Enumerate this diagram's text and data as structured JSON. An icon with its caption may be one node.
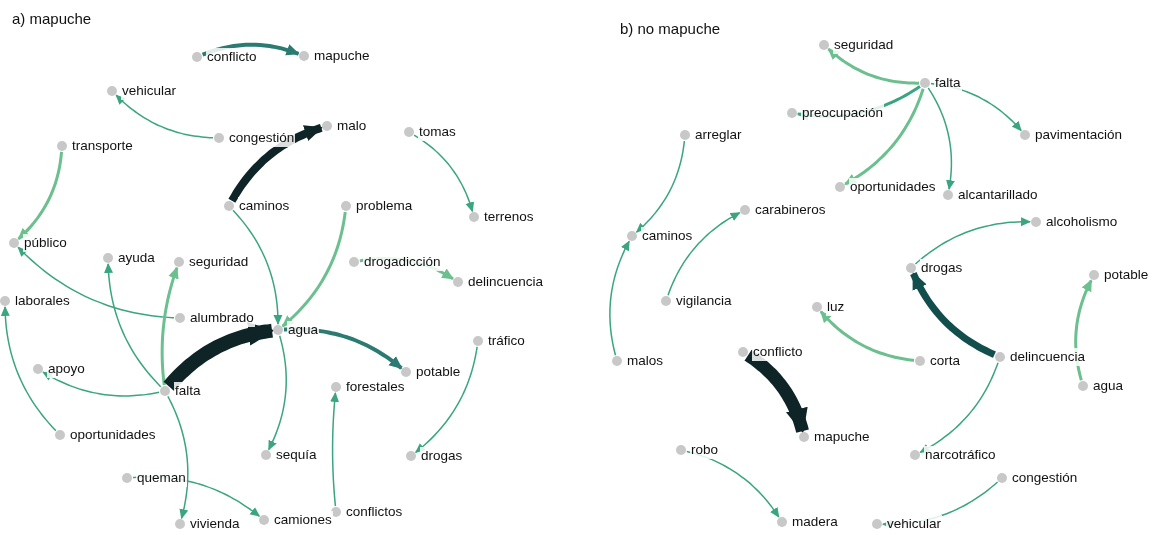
{
  "diagram": {
    "nodes": [
      {
        "text": [
          "conflicto"
        ]
      },
      {
        "text": [
          "mapuche"
        ]
      },
      {
        "text": [
          "vehicular"
        ]
      },
      {
        "text": [
          "congestión"
        ]
      },
      {
        "text": [
          "malo"
        ]
      },
      {
        "text": [
          "tomas"
        ]
      },
      {
        "text": [
          "transporte"
        ]
      },
      {
        "text": [
          "caminos"
        ]
      },
      {
        "text": [
          "problema"
        ]
      },
      {
        "text": [
          "terrenos"
        ]
      },
      {
        "text": [
          "público"
        ]
      },
      {
        "text": [
          "ayuda"
        ]
      },
      {
        "text": [
          "seguridad"
        ]
      },
      {
        "text": [
          "drogadicción"
        ]
      },
      {
        "text": [
          "delincuencia"
        ]
      },
      {
        "text": [
          "laborales"
        ]
      },
      {
        "text": [
          "alumbrado"
        ]
      },
      {
        "text": [
          "agua"
        ]
      },
      {
        "text": [
          "tráfico"
        ]
      },
      {
        "text": [
          "apoyo"
        ]
      },
      {
        "text": [
          "falta"
        ]
      },
      {
        "text": [
          "potable"
        ]
      },
      {
        "text": [
          "forestales"
        ]
      },
      {
        "text": [
          "oportunidades"
        ]
      },
      {
        "text": [
          "sequía"
        ]
      },
      {
        "text": [
          "drogas"
        ]
      },
      {
        "text": [
          "queman"
        ]
      },
      {
        "text": [
          "vivienda"
        ]
      },
      {
        "text": [
          "conflictos"
        ]
      },
      {
        "text": [
          "camiones"
        ]
      },
      {
        "text": [
          "seguridad"
        ]
      },
      {
        "text": [
          "falta"
        ]
      },
      {
        "text": [
          "preocupación"
        ]
      },
      {
        "text": [
          "arreglar"
        ]
      },
      {
        "text": [
          "pavimentación"
        ]
      },
      {
        "text": [
          "oportunidades"
        ]
      },
      {
        "text": [
          "alcantarillado"
        ]
      },
      {
        "text": [
          "carabineros"
        ]
      },
      {
        "text": [
          "alcoholismo"
        ]
      },
      {
        "text": [
          "caminos"
        ]
      },
      {
        "text": [
          "drogas"
        ]
      },
      {
        "text": [
          "potable"
        ]
      },
      {
        "text": [
          "vigilancia"
        ]
      },
      {
        "text": [
          "luz"
        ]
      },
      {
        "text": [
          "malos"
        ]
      },
      {
        "text": [
          "conflicto"
        ]
      },
      {
        "text": [
          "corta"
        ]
      },
      {
        "text": [
          "delincuencia"
        ]
      },
      {
        "text": [
          "agua"
        ]
      },
      {
        "text": [
          "mapuche"
        ]
      },
      {
        "text": [
          "robo"
        ]
      },
      {
        "text": [
          "narcotráfico"
        ]
      },
      {
        "text": [
          "congestión"
        ]
      },
      {
        "text": [
          "madera"
        ]
      },
      {
        "text": [
          "vehicular"
        ]
      }
    ],
    "edges": [
      {
        "from": 0,
        "to": 1,
        "arrow": "to",
        "style": "thick",
        "color": "#2b7b73"
      },
      {
        "from": 3,
        "to": 2,
        "arrow": "to"
      },
      {
        "from": 7,
        "to": 4,
        "arrow": "to",
        "style": "thick",
        "color": "#0e2426"
      },
      {
        "from": 5,
        "to": 9,
        "arrow": "to"
      },
      {
        "from": 6,
        "to": 10,
        "arrow": "to",
        "color": "#6cbf8e"
      },
      {
        "from": 7,
        "to": 17,
        "arrow": "to"
      },
      {
        "from": 8,
        "to": 17,
        "arrow": "to",
        "color": "#6cbf8e"
      },
      {
        "from": 13,
        "to": 14,
        "arrow": "to",
        "color": "#6cbf8e"
      },
      {
        "from": 16,
        "to": 10,
        "arrow": "to"
      },
      {
        "from": 20,
        "to": 11,
        "arrow": "to"
      },
      {
        "from": 20,
        "to": 12,
        "arrow": "to",
        "color": "#6cbf8e"
      },
      {
        "from": 20,
        "to": 17,
        "arrow": "to",
        "style": "thick",
        "color": "#0e2426"
      },
      {
        "from": 17,
        "to": 21,
        "arrow": "to",
        "style": "thick",
        "color": "#2b7b73"
      },
      {
        "from": 20,
        "to": 19,
        "arrow": "to"
      },
      {
        "from": 23,
        "to": 15,
        "arrow": "to"
      },
      {
        "from": 17,
        "to": 24,
        "arrow": "to"
      },
      {
        "from": 28,
        "to": 22,
        "arrow": "to"
      },
      {
        "from": 18,
        "to": 25,
        "arrow": "to"
      },
      {
        "from": 20,
        "to": 27,
        "arrow": "to"
      },
      {
        "from": 26,
        "to": 29,
        "arrow": "to"
      },
      {
        "from": 31,
        "to": 30,
        "arrow": "to",
        "color": "#6cbf8e"
      },
      {
        "from": 31,
        "to": 32,
        "arrow": "to"
      },
      {
        "from": 31,
        "to": 34,
        "arrow": "to"
      },
      {
        "from": 31,
        "to": 35,
        "arrow": "to",
        "color": "#6cbf8e"
      },
      {
        "from": 31,
        "to": 36,
        "arrow": "to"
      },
      {
        "from": 33,
        "to": 39,
        "arrow": "to"
      },
      {
        "from": 42,
        "to": 37,
        "arrow": "to"
      },
      {
        "from": 44,
        "to": 39,
        "arrow": "to"
      },
      {
        "from": 40,
        "to": 38,
        "arrow": "to"
      },
      {
        "from": 47,
        "to": 40,
        "arrow": "to",
        "style": "thick",
        "color": "#124e4c"
      },
      {
        "from": 48,
        "to": 41,
        "arrow": "to",
        "color": "#6cbf8e"
      },
      {
        "from": 46,
        "to": 43,
        "arrow": "to",
        "color": "#6cbf8e"
      },
      {
        "from": 45,
        "to": 49,
        "arrow": "to",
        "style": "thick",
        "color": "#0e2426"
      },
      {
        "from": 47,
        "to": 51,
        "arrow": "to"
      },
      {
        "from": 50,
        "to": 53,
        "arrow": "to"
      },
      {
        "from": 52,
        "to": 54,
        "arrow": "to"
      }
    ],
    "labels": [
      "a) mapuche",
      "b) no mapuche"
    ]
  }
}
